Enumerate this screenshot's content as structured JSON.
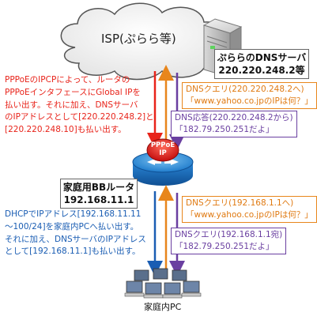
{
  "isp_label": "ISP(ぷらら等)",
  "dns_server": {
    "line1": "ぷららのDNSサーバ",
    "line2": "220.220.248.2等"
  },
  "router": {
    "badge1": "PPPoE",
    "badge2": "IP",
    "line1": "家庭用BBルータ",
    "line2": "192.168.11.1"
  },
  "home_pc_label": "家庭内PC",
  "red_note": [
    "PPPoEのIPCPによって、ルータの",
    "PPPoEインタフェースにGlobal IPを",
    "払い出す。それに加え、DNSサーバ",
    "のIPアドレスとして[220.220.248.2]と",
    "[220.220.248.10]も払い出す。"
  ],
  "blue_note": [
    "DHCPでIPアドレス[192.168.11.11",
    "～100/24]を家庭内PCへ払い出す。",
    "それに加え、DNSサーバのIPアドレス",
    "として[192.168.11.1]も払い出す。"
  ],
  "boxes": {
    "q_upper": [
      "DNSクエリ(220.220.248.2へ)",
      "「www.yahoo.co.jpのIPは何？」"
    ],
    "a_upper": [
      "DNS応答(220.220.248.2から)",
      "「182.79.250.251だよ」"
    ],
    "q_lower": [
      "DNSクエリ(192.168.1.1へ)",
      "「www.yahoo.co.jpのIPは何？」"
    ],
    "a_lower": [
      "DNSクエリ(192.168.1.1宛)",
      "「182.79.250.251だよ」"
    ]
  },
  "colors": {
    "red": "#e8231a",
    "blue": "#1a5db3",
    "orange": "#e8861c",
    "purple": "#6a3fa0"
  }
}
